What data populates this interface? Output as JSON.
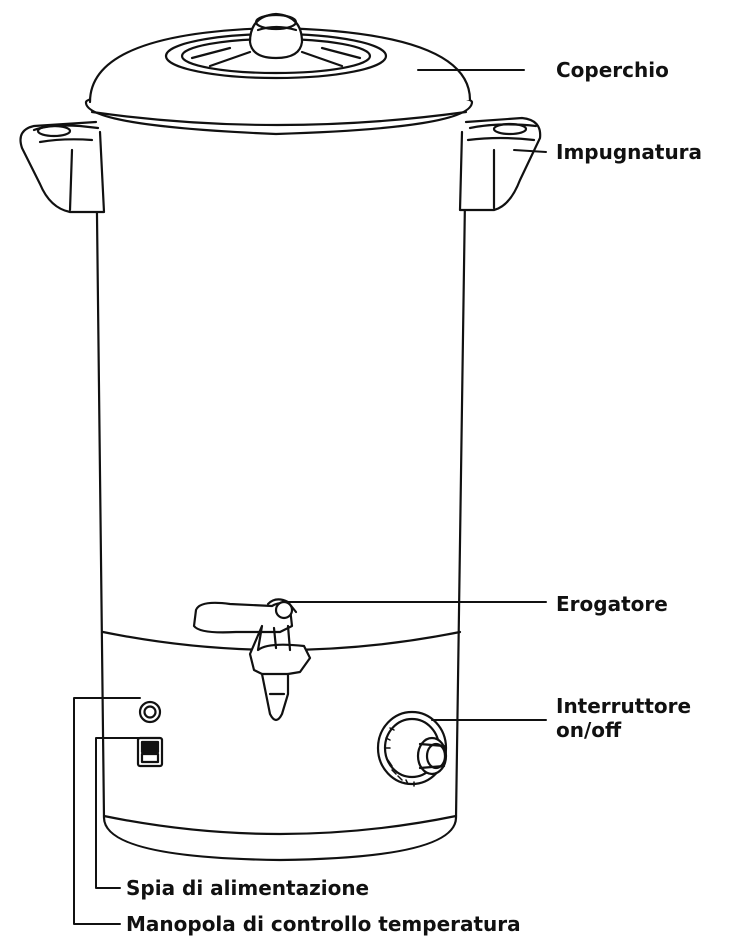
{
  "diagram": {
    "labels": {
      "lid": "Coperchio",
      "handle": "Impugnatura",
      "tap": "Erogatore",
      "switch_line1": "Interruttore",
      "switch_line2": "on/off",
      "power_light": "Spia di alimentazione",
      "temperature_knob": "Manopola di controllo temperatura"
    },
    "colors": {
      "line": "#111111",
      "fill": "#ffffff",
      "shade": "#e6e6e6"
    }
  }
}
